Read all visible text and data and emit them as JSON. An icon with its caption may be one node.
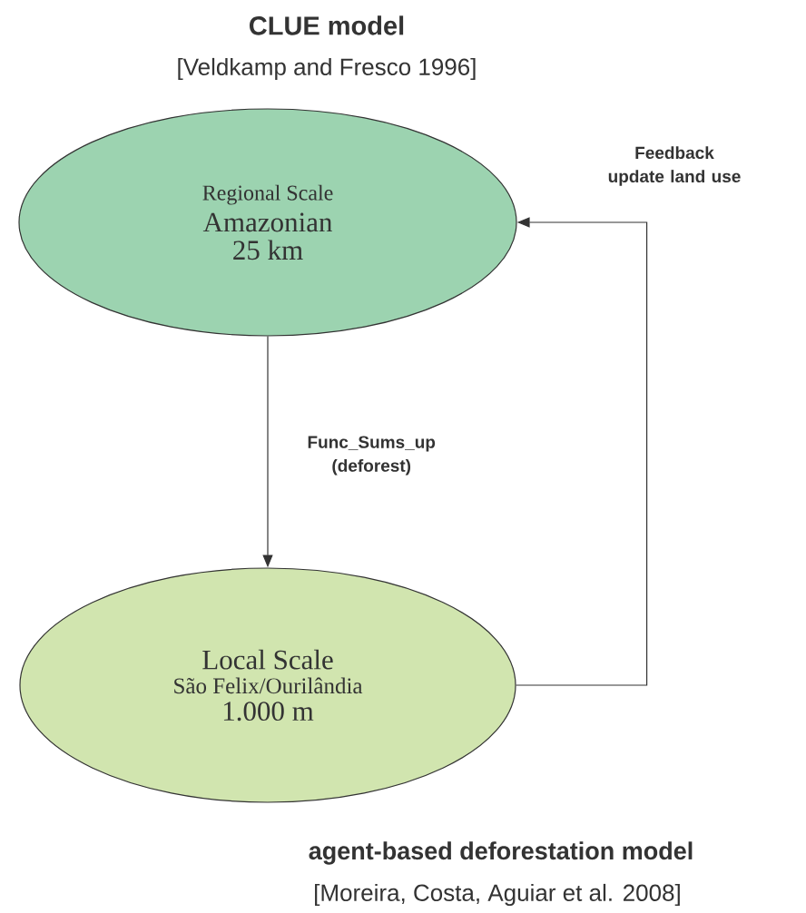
{
  "diagram": {
    "nodes": [
      {
        "text": [
          "Regional Scale",
          "Amazonian",
          "25 km"
        ],
        "beside": [
          "CLUE model",
          "[Veldkamp and Fresco 1996]"
        ]
      },
      {
        "text": [
          "Local Scale",
          "São Felix/Ourilândia",
          "1.000 m"
        ],
        "beside": [
          "agent-based deforestation model",
          "[Moreira, Costa, Aguiar et al. 2008]"
        ]
      }
    ],
    "edges": [
      {
        "from": 0,
        "to": 1,
        "arrow": "to",
        "label": "Func_Sums_up (deforest)"
      },
      {
        "from": 1,
        "to": 0,
        "arrow": "to",
        "label": "Feedback update land use"
      }
    ]
  }
}
